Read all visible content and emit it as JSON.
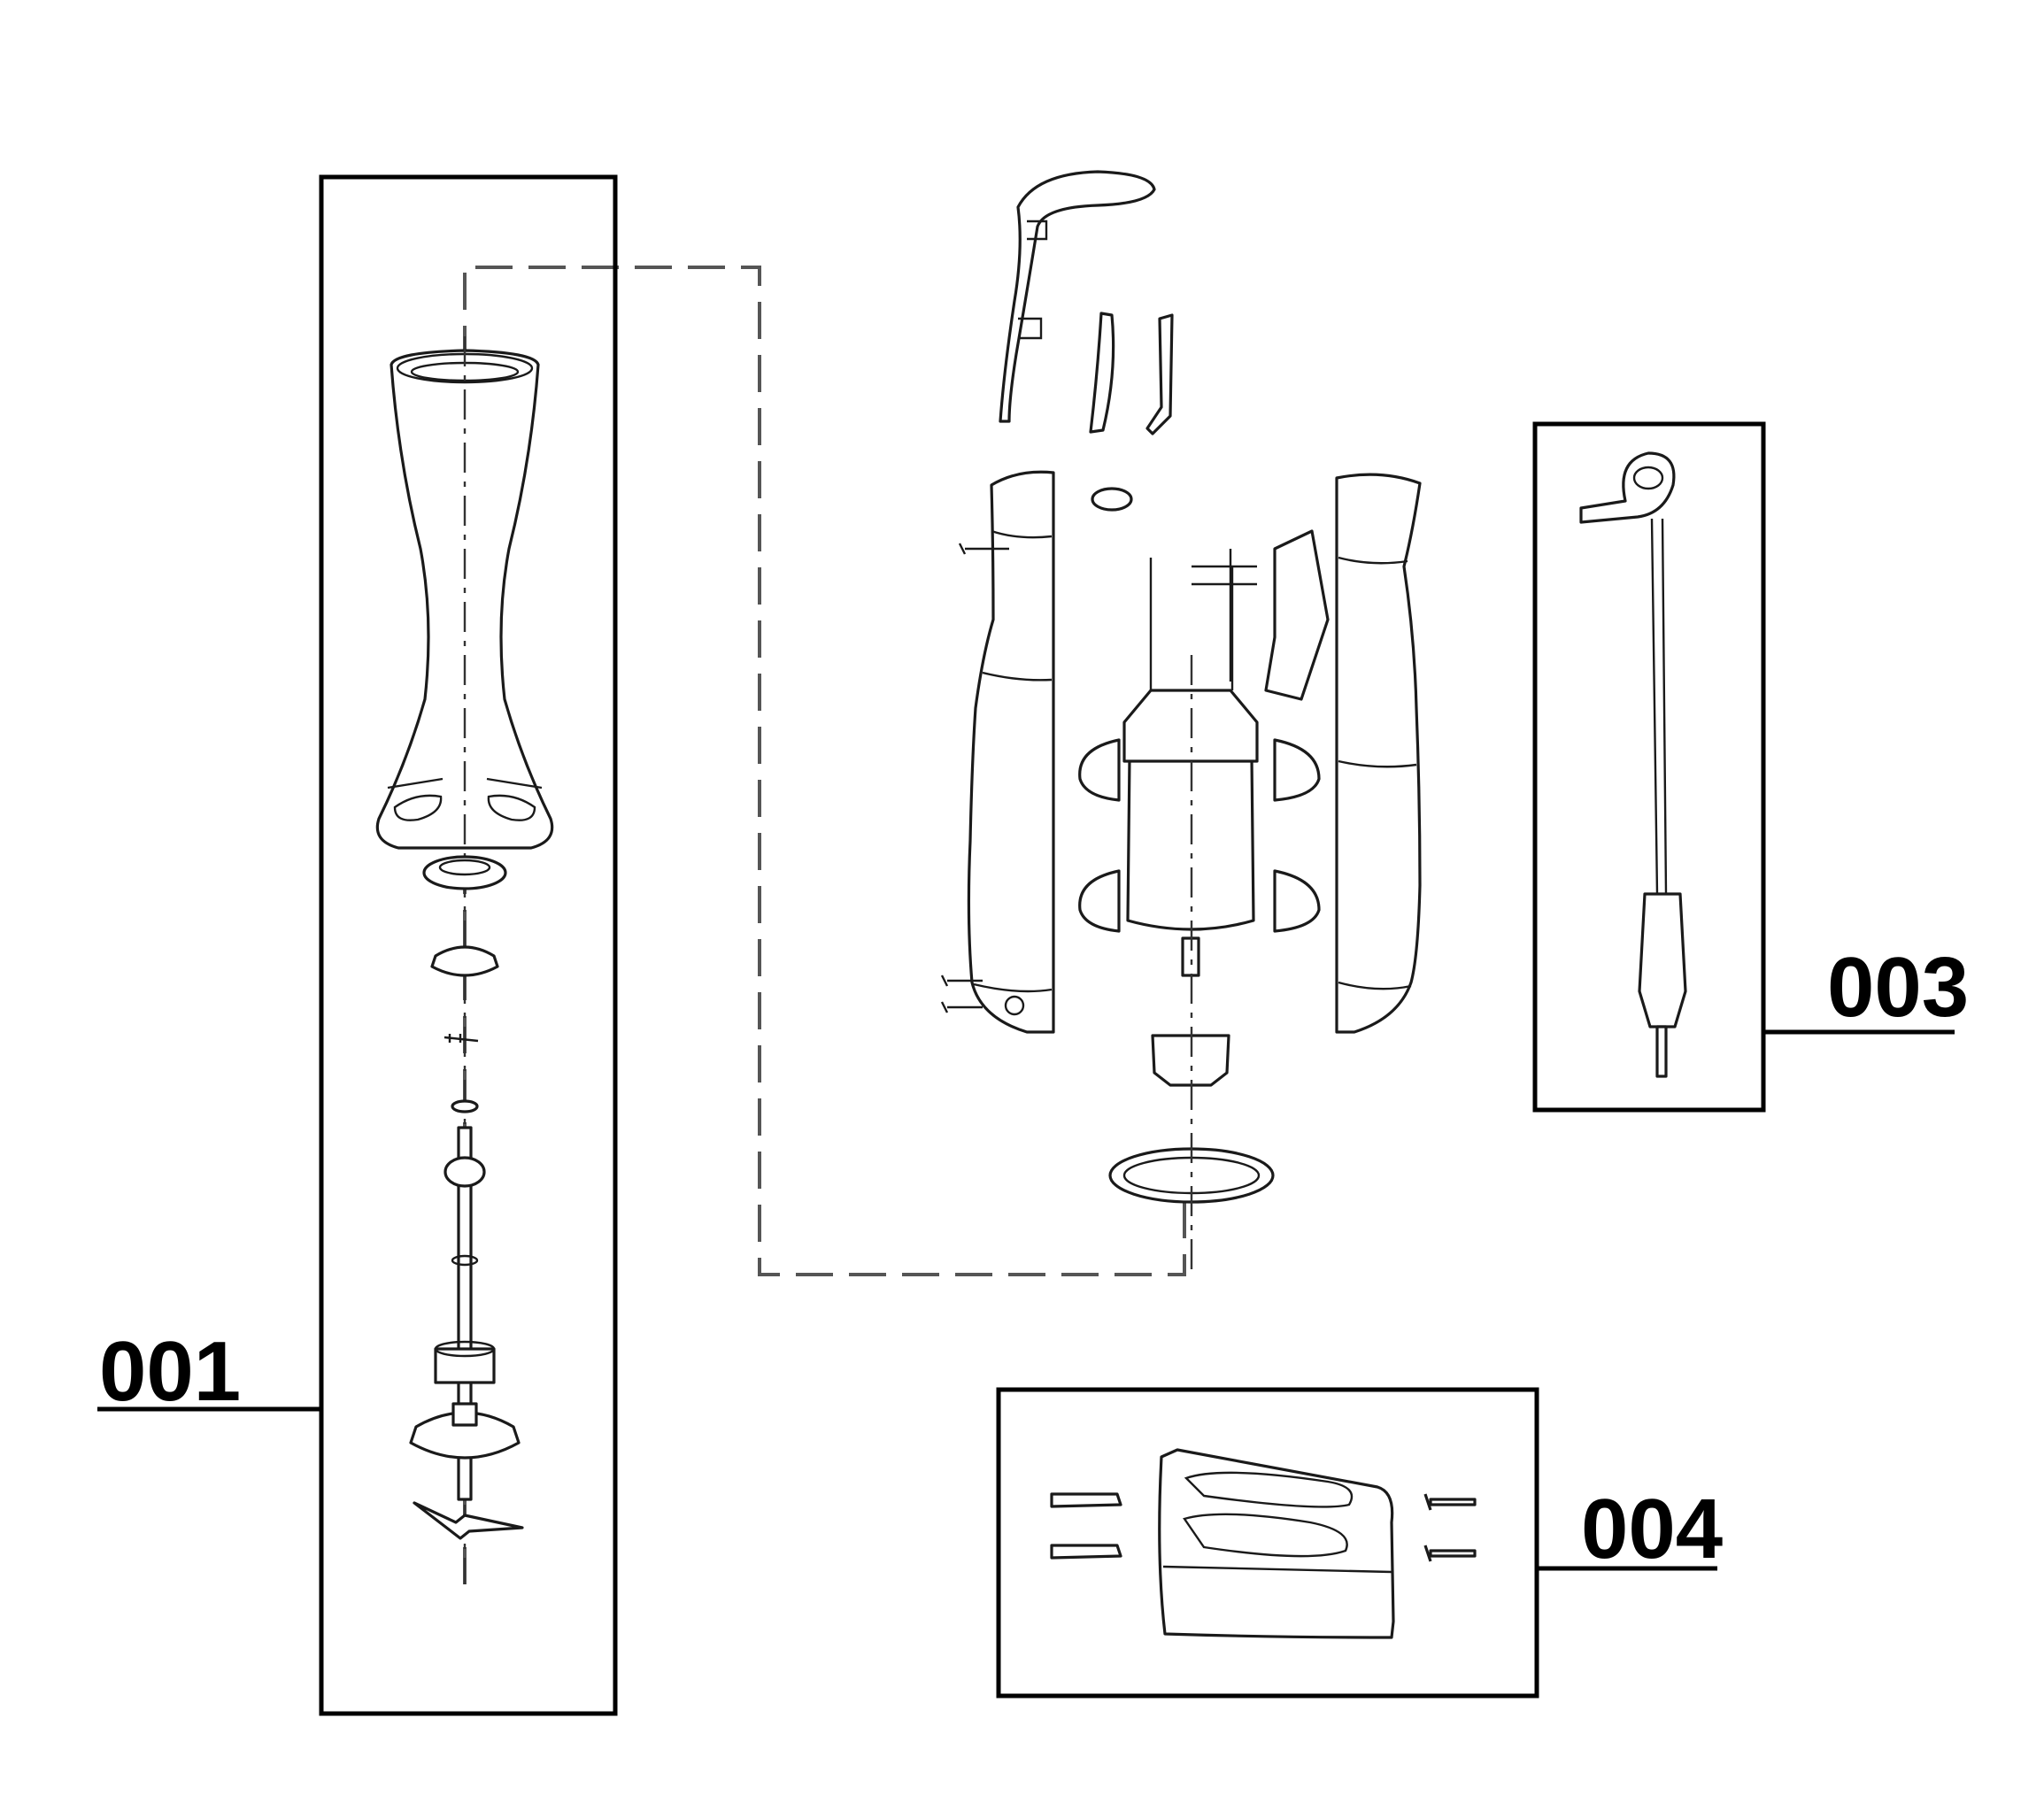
{
  "figure": {
    "labels": {
      "assembly_001": "001",
      "assembly_003": "003",
      "assembly_004": "004"
    }
  }
}
